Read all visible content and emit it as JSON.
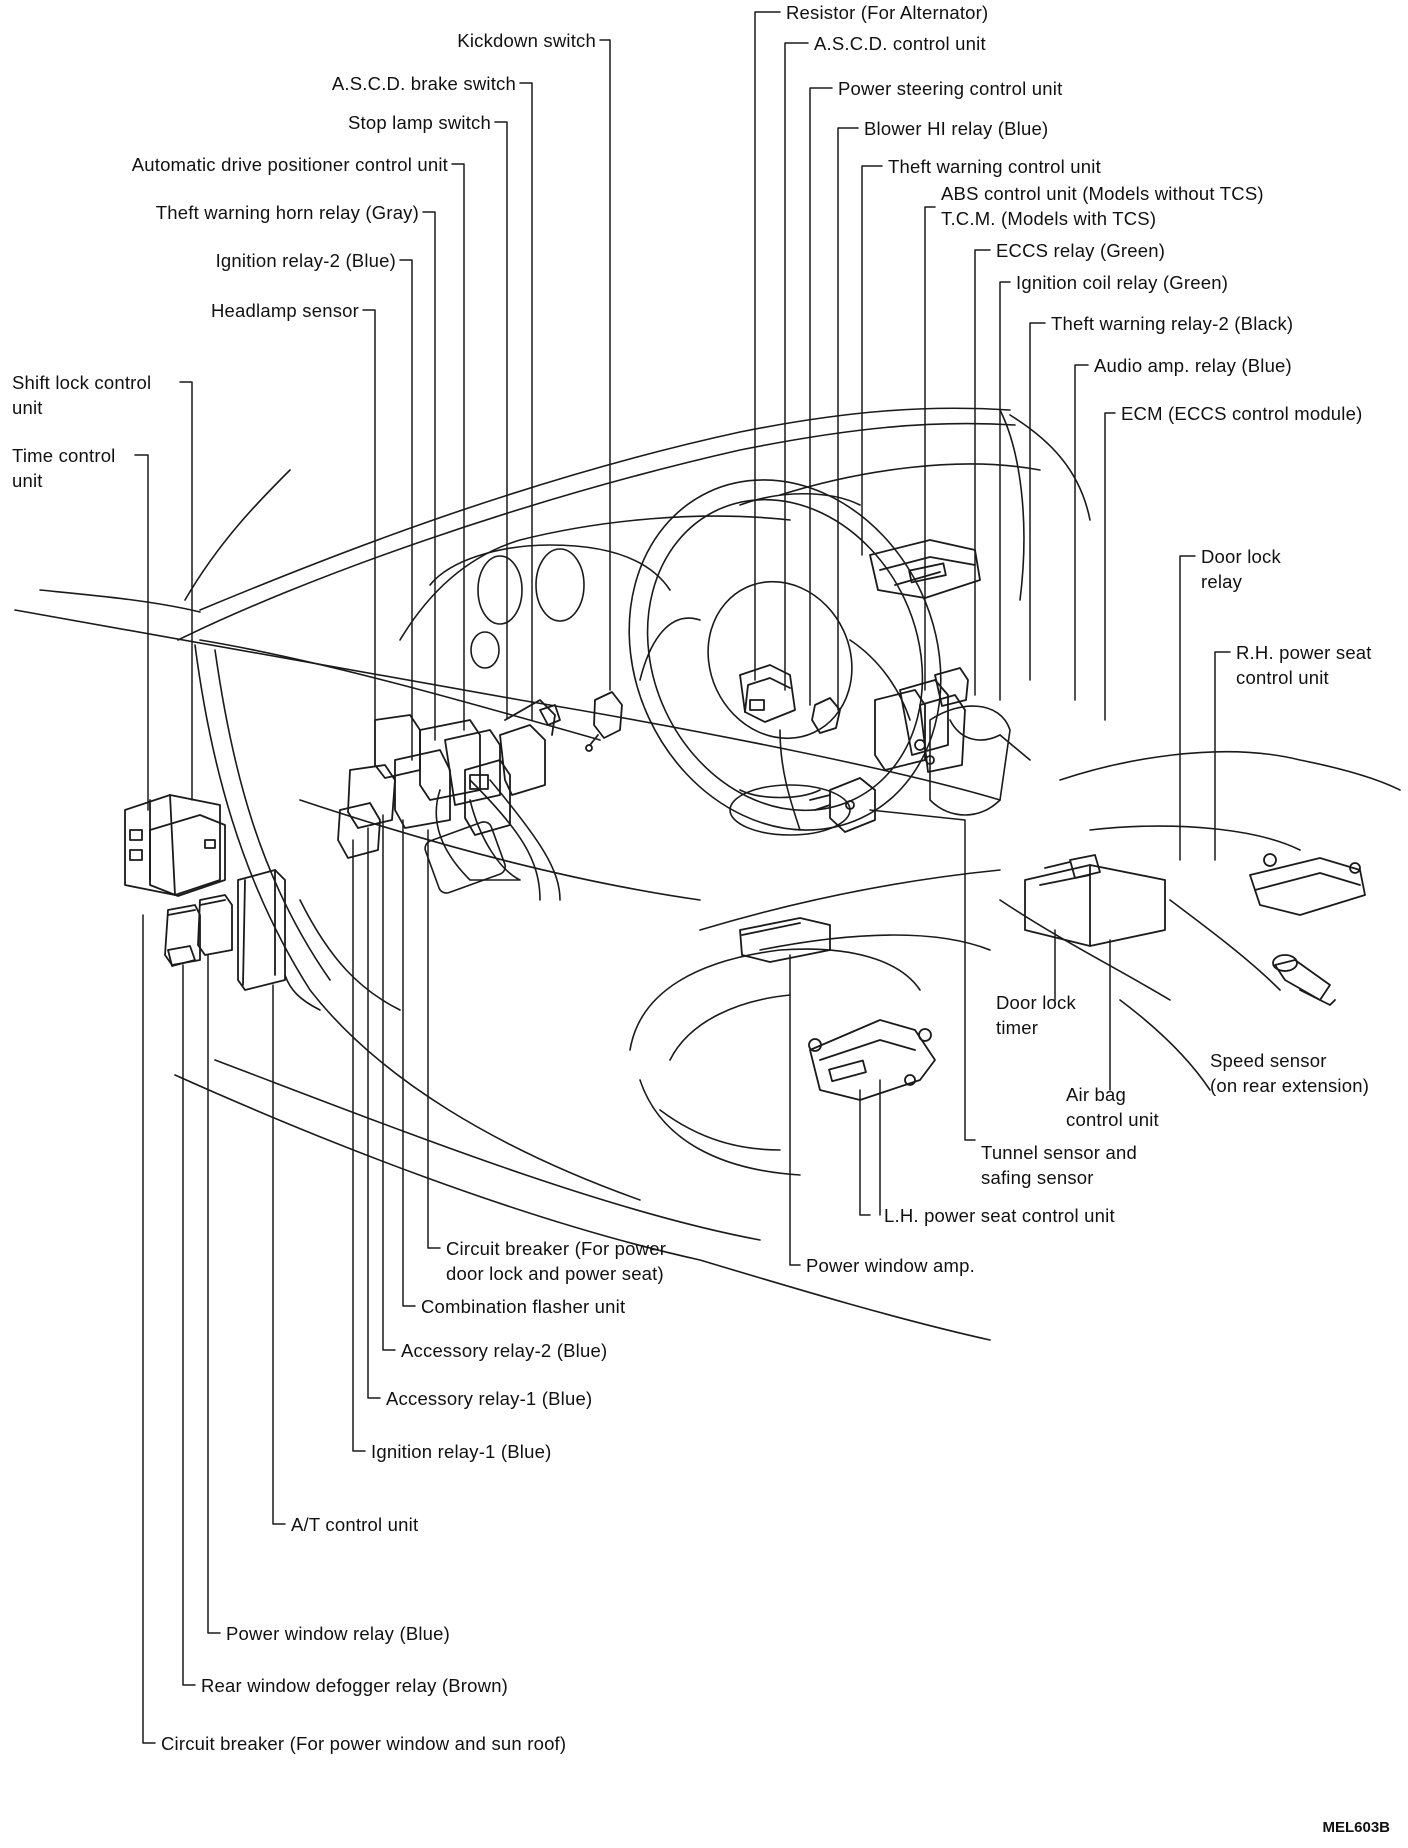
{
  "figure_code": "MEL603B",
  "labels": [
    {
      "id": "kickdown-switch",
      "text": "Kickdown switch"
    },
    {
      "id": "ascd-brake-switch",
      "text": "A.S.C.D. brake switch"
    },
    {
      "id": "stop-lamp-switch",
      "text": "Stop lamp switch"
    },
    {
      "id": "automatic-drive-positioner-control-unit",
      "text": "Automatic drive positioner control unit"
    },
    {
      "id": "theft-warning-horn-relay",
      "text": "Theft warning horn relay (Gray)"
    },
    {
      "id": "ignition-relay-2",
      "text": "Ignition relay-2 (Blue)"
    },
    {
      "id": "headlamp-sensor",
      "text": "Headlamp sensor"
    },
    {
      "id": "shift-lock-control-unit",
      "text": "Shift lock control\nunit"
    },
    {
      "id": "time-control-unit",
      "text": "Time control\nunit"
    },
    {
      "id": "resistor-alternator",
      "text": "Resistor (For Alternator)"
    },
    {
      "id": "ascd-control-unit",
      "text": "A.S.C.D. control unit"
    },
    {
      "id": "power-steering-control-unit",
      "text": "Power steering control unit"
    },
    {
      "id": "blower-hi-relay",
      "text": "Blower HI relay (Blue)"
    },
    {
      "id": "theft-warning-control-unit",
      "text": "Theft warning control unit"
    },
    {
      "id": "abs-control-unit",
      "text": "ABS control unit (Models without TCS)\nT.C.M. (Models with TCS)"
    },
    {
      "id": "eccs-relay",
      "text": "ECCS relay (Green)"
    },
    {
      "id": "ignition-coil-relay",
      "text": "Ignition coil relay (Green)"
    },
    {
      "id": "theft-warning-relay-2",
      "text": "Theft warning relay-2 (Black)"
    },
    {
      "id": "audio-amp-relay",
      "text": "Audio amp. relay (Blue)"
    },
    {
      "id": "ecm",
      "text": "ECM (ECCS control module)"
    },
    {
      "id": "door-lock-relay",
      "text": "Door lock\nrelay"
    },
    {
      "id": "rh-power-seat-control-unit",
      "text": "R.H. power seat\ncontrol unit"
    },
    {
      "id": "door-lock-timer",
      "text": "Door lock\ntimer"
    },
    {
      "id": "speed-sensor",
      "text": "Speed sensor\n(on rear extension)"
    },
    {
      "id": "air-bag-control-unit",
      "text": "Air bag\ncontrol unit"
    },
    {
      "id": "tunnel-sensor",
      "text": "Tunnel sensor and\nsafing sensor"
    },
    {
      "id": "lh-power-seat-control-unit",
      "text": "L.H. power seat control unit"
    },
    {
      "id": "power-window-amp",
      "text": "Power window amp."
    },
    {
      "id": "circuit-breaker-door-lock",
      "text": "Circuit breaker (For power\ndoor lock and power seat)"
    },
    {
      "id": "combination-flasher-unit",
      "text": "Combination flasher unit"
    },
    {
      "id": "accessory-relay-2",
      "text": "Accessory relay-2 (Blue)"
    },
    {
      "id": "accessory-relay-1",
      "text": "Accessory relay-1 (Blue)"
    },
    {
      "id": "ignition-relay-1",
      "text": "Ignition relay-1 (Blue)"
    },
    {
      "id": "at-control-unit",
      "text": "A/T control unit"
    },
    {
      "id": "power-window-relay",
      "text": "Power window relay (Blue)"
    },
    {
      "id": "rear-window-defogger-relay",
      "text": "Rear window defogger relay (Brown)"
    },
    {
      "id": "circuit-breaker-window",
      "text": "Circuit breaker (For power window and sun roof)"
    }
  ]
}
